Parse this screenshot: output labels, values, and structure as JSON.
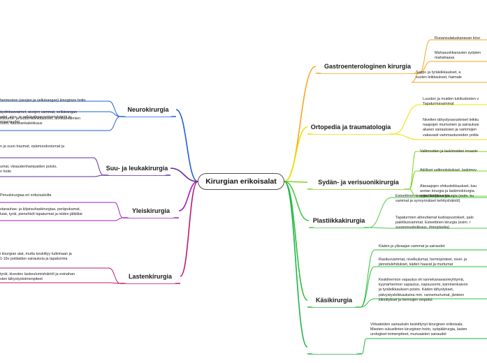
{
  "central": "Kirurgian erikoisalat",
  "branches": {
    "gastro": {
      "label": "Gastroenterologinen kirurgia",
      "leaves": [
        "Ruoansulatuskanavan kirur",
        "Mahasuolikanavien syöpien\nmahahaava",
        "Sappi- ja tyräleikkaukset, a\nsuolen leikkaukset, haimale"
      ]
    },
    "orto": {
      "label": "Ortopedia ja traumatologia",
      "leaves": [
        "Luuston ja muiden tukikudosten v\nTapaturmavammat",
        "Nivelten tähystysavusteiset leikku\nnaapojen murtumien ja sairauksie\nalueen sairauksien ja vammojen\nvakavasti vammautuneiden potila"
      ]
    },
    "sydan": {
      "label": "Sydän- ja verisuonikirurgia",
      "leaves": [
        "Valtimoiden ja laskimoiden invasiiv",
        "Äkilliset valtimotukokset, laskimov",
        "Alaraajojen ohitusleikkaukset, kau\naortan kirurgia ja laskimokirurgia.\nrytmihäiriökirurgia"
      ]
    },
    "plast": {
      "label": "Plastiikkakirurgia",
      "leaves": [
        "Esteettinen kirurgia, korjaava kirurgia (esim. ku\nvammat ja synnynnäiset kehityshäiriöt)",
        "Tapaturmien aiheuttamat kudospuutokset, palo\npalelitusvammat. Esteettinen kirurgia (esim. r\nsuurennusleikkaus, rhinoplastia)"
      ]
    },
    "kasi": {
      "label": "Käsikirurgia",
      "leaves": [
        "Käden ja yläraajan vammat ja sairaudet",
        "Rasitusvammat, nivelkulumat, hermopinteet, nivel- ja\njännetulehdukset, käden haavat ja murtumat",
        "Keskihermon vapautus eli rannekanavaoireyhtymä,\nkyynärhermon vapautus, napsusormi, kämmenkalvon\nja tyräleikkauksen poisto. Käden tähystykset,\npäivystysleikkauksina mm. rannemurtumat, jänteen\nkiinnitykset ja hermojen ompelut"
      ]
    },
    "bottom": {
      "label": "",
      "leaves": [
        "Virtsateiden sairauksiin keskittynyt kirurginen erikoisala.\nMiesten sukuelinten kirurginen hoito, syöpäkirurgia, lasten\nurologiset toimenpiteet, munuaisten sairaudet"
      ]
    },
    "neuro": {
      "label": "Neurokirurgia",
      "leaves": [
        "hermoston (aivojen ja selkärangan) kirurginen hoito",
        "äydinkasvaimet, aivojen vammat, selkärangan\nudet, aivo- ja selkäydinverenkiertohäiriöt ja\nmisairaudet",
        "illistuma- ja luutumisleikkaukset, aivokasvaimien\nhoito, kaularankaleikkaus"
      ]
    },
    "suu": {
      "label": "Suu- ja leukakirurgia",
      "leaves": [
        "n ja suun traumat, epämuodostumat ja",
        "umat, viisaudenhampaiden poisto,\nn hoito"
      ]
    },
    "yleis": {
      "label": "Yleiskirurgia",
      "leaves": [
        "Peruskirurgiaa eri erikoisaloilta",
        "starauhas- ja kilpirauhaskirurgiaa, peräpukamat,\nluiat, tyrät, pienehköt tapaturmat ja niiden jälkitilat"
      ]
    },
    "lasten": {
      "label": "Lastenkirurgia",
      "leaves": [
        "i kirurgian alat, mutta keskittyy tutkimaan ja\n1-16v potilaiden sairauksia ja tapaturmia",
        "tyrät, kivesten laskeutumishäiriöt ja esinahan\nsten tähystystoimenpiteet"
      ]
    }
  },
  "colors": {
    "gastro": "#f5a623",
    "orto": "#f0e000",
    "sydan": "#7ed321",
    "plast": "#49c849",
    "kasi": "#2bbf3c",
    "bottom": "#1fb34a",
    "neuro": "#1e5fd8",
    "suu": "#5a2ca0",
    "yleis": "#a21cc1",
    "lasten": "#c0176c"
  }
}
